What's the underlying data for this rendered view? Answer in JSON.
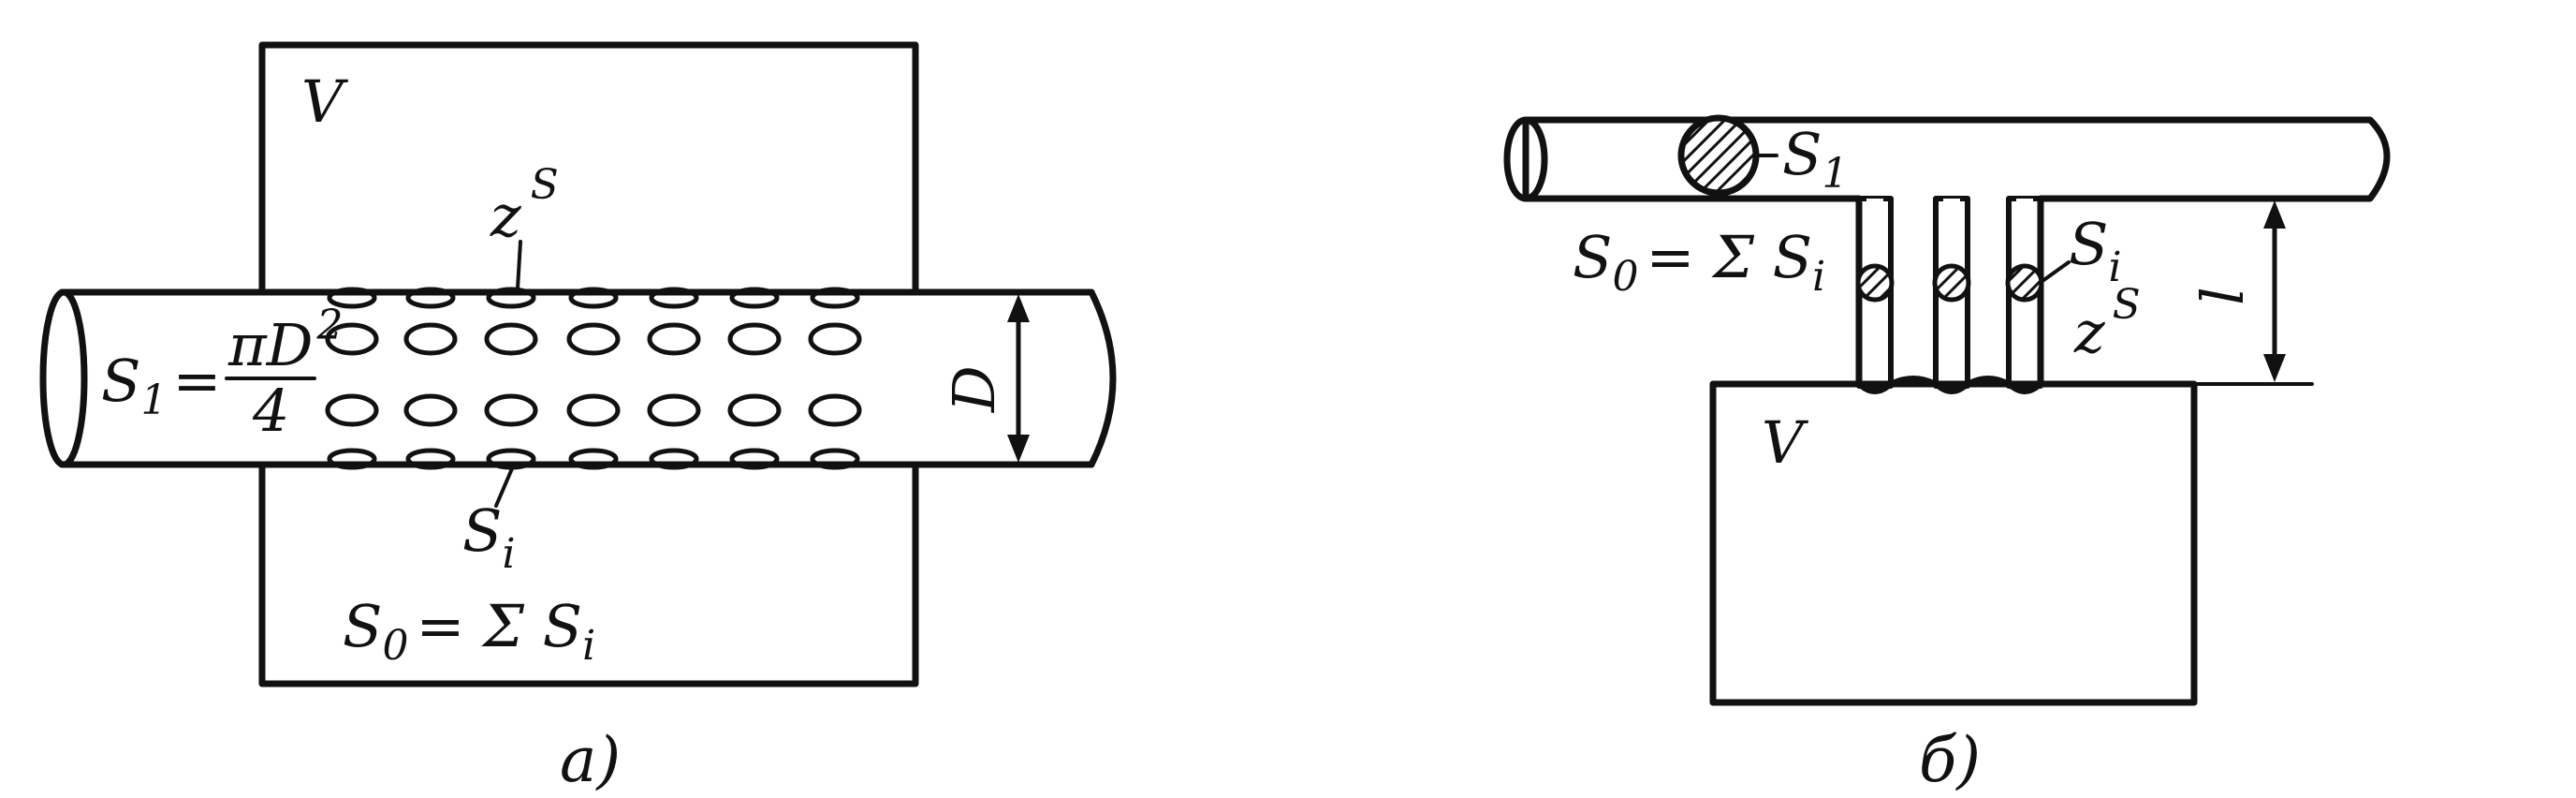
{
  "figure_a": {
    "volume_label": "V",
    "hole_count_label": "z",
    "hole_count_exp": "S",
    "tube_area_lhs": "S",
    "tube_area_sub": "1",
    "tube_area_eq": "=",
    "tube_area_num": "πD",
    "tube_area_exp": "2",
    "tube_area_den": "4",
    "diameter_label": "D",
    "hole_area_label": "S",
    "hole_area_sub": "i",
    "total_area_lhs": "S",
    "total_area_sub": "0",
    "total_area_rhs": "= Σ S",
    "total_area_rhs_sub": "i",
    "caption": "a)"
  },
  "figure_b": {
    "tube_area_label": "S",
    "tube_area_sub": "1",
    "total_area_lhs": "S",
    "total_area_sub": "0",
    "total_area_rhs": "= Σ S",
    "total_area_rhs_sub": "i",
    "hole_area_label": "S",
    "hole_area_sub": "i",
    "hole_count_label": "z",
    "hole_count_exp": "S",
    "length_label": "l",
    "volume_label": "V",
    "caption": "б)"
  }
}
